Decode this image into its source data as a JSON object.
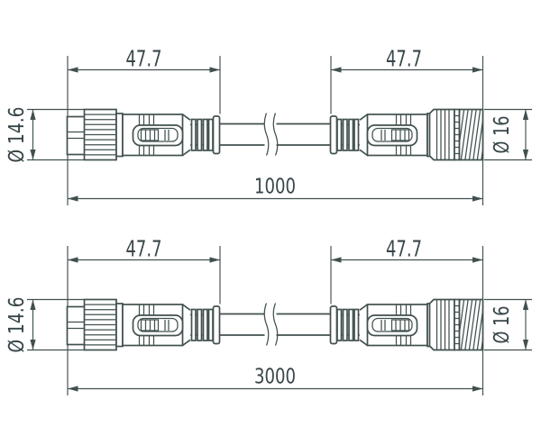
{
  "theme": {
    "line_color": "#41504f",
    "text_color": "#374549",
    "background": "#ffffff"
  },
  "drawing": {
    "type": "cable-assembly-technical-drawing",
    "views": [
      {
        "left_connector_length": "47.7",
        "right_connector_length": "47.7",
        "left_diameter": "Ø 14.6",
        "right_diameter": "Ø 16",
        "total_length": "1000"
      },
      {
        "left_connector_length": "47.7",
        "right_connector_length": "47.7",
        "left_diameter": "Ø 14.6",
        "right_diameter": "Ø 16",
        "total_length": "3000"
      }
    ]
  }
}
